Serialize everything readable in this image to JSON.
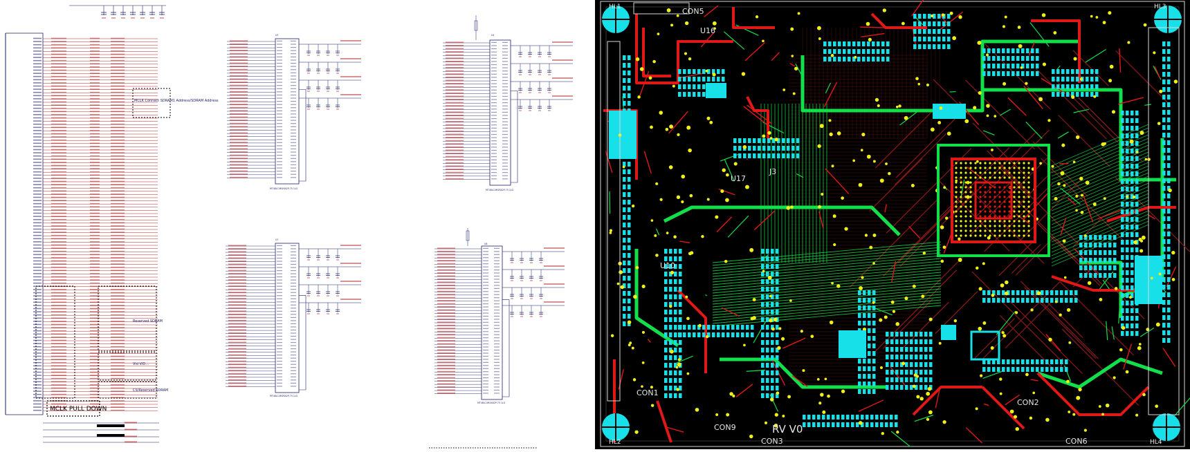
{
  "schematic": {
    "notes": {
      "mclk_pull_down": "MCLK PULL DOWN",
      "connector_note": "MCLK Connect SDRAM1 Address/SDRAM Address",
      "reserved_sdram": "Reserved SDRAM",
      "vid_note": "Vid VID...",
      "csx_note": "CS/Reserved SDRAM"
    },
    "chips": [
      {
        "ref": "U3",
        "part": "MT48LC4M16A2P-75 1LG"
      },
      {
        "ref": "U4",
        "part": "MT48LC4M16A2P-75 1LG"
      },
      {
        "ref": "U7",
        "part": "MT48LC4M16A2P-75 1LG"
      },
      {
        "ref": "U8",
        "part": "MT48LC4M16A2P-75 1LG"
      }
    ]
  },
  "pcb": {
    "refdes": [
      "CON5",
      "U16",
      "U17",
      "CON1",
      "CON9",
      "CON2",
      "CON3",
      "CON6",
      "J3",
      "U10"
    ],
    "mount_holes": [
      "HL1",
      "HL2",
      "HL3",
      "HL4"
    ],
    "silk_text": "RV V0"
  },
  "colors": {
    "schematic_bg": "#ffffff",
    "schematic_wire": "#1d1d6b",
    "schematic_net": "#b22222",
    "pcb_bg": "#000000",
    "pcb_top": "#e01818",
    "pcb_bottom": "#12e04a",
    "pcb_pad": "#18e0e8",
    "pcb_via": "#f0f018",
    "pcb_inner": "#8a1a1a",
    "pcb_silk": "#d8d8d8"
  }
}
